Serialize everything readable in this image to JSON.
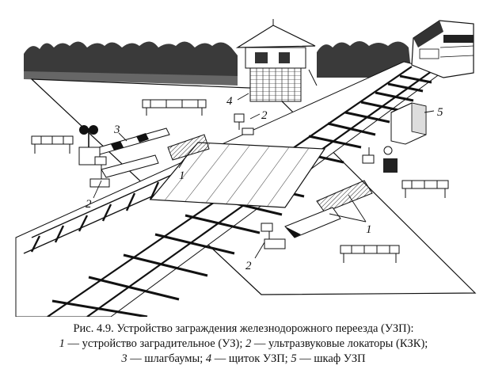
{
  "figure": {
    "callouts": {
      "c1a": "1",
      "c1b": "1",
      "c2a": "2",
      "c2b": "2",
      "c2c": "2",
      "c3": "3",
      "c4": "4",
      "c5": "5"
    }
  },
  "caption": {
    "title": "Рис. 4.9. Устройство заграждения железнодорожного переезда (УЗП):",
    "items": [
      {
        "num": "1",
        "text": " — устройство заградительное (УЗ); "
      },
      {
        "num": "2",
        "text": " — ультразвуковые локаторы (КЗК);"
      },
      {
        "num": "3",
        "text": " — шлагбаумы; "
      },
      {
        "num": "4",
        "text": " — щиток УЗП; "
      },
      {
        "num": "5",
        "text": " — шкаф УЗП"
      }
    ]
  }
}
